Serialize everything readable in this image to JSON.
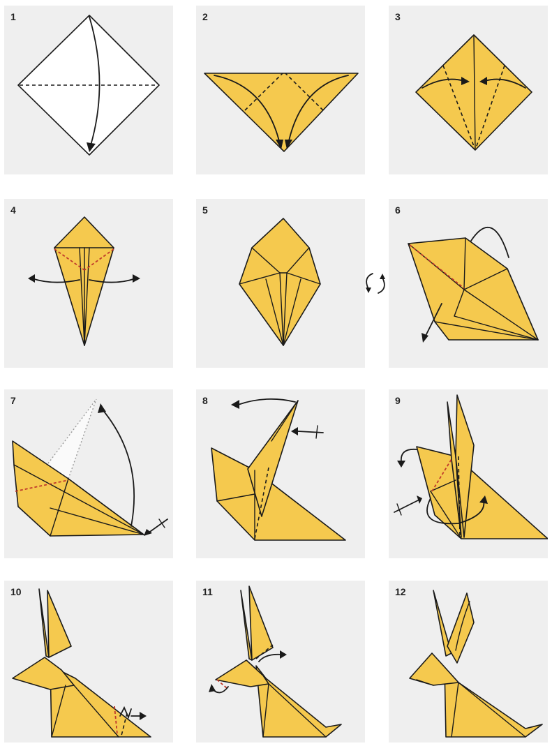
{
  "steps": [
    {
      "number": "1"
    },
    {
      "number": "2"
    },
    {
      "number": "3"
    },
    {
      "number": "4"
    },
    {
      "number": "5"
    },
    {
      "number": "6"
    },
    {
      "number": "7"
    },
    {
      "number": "8"
    },
    {
      "number": "9"
    },
    {
      "number": "10"
    },
    {
      "number": "11"
    },
    {
      "number": "12"
    }
  ],
  "colors": {
    "paper": "#f5c94e",
    "outline": "#1a1a1a",
    "valley_fold": "#c0392b",
    "panel_bg": "#efefef"
  }
}
